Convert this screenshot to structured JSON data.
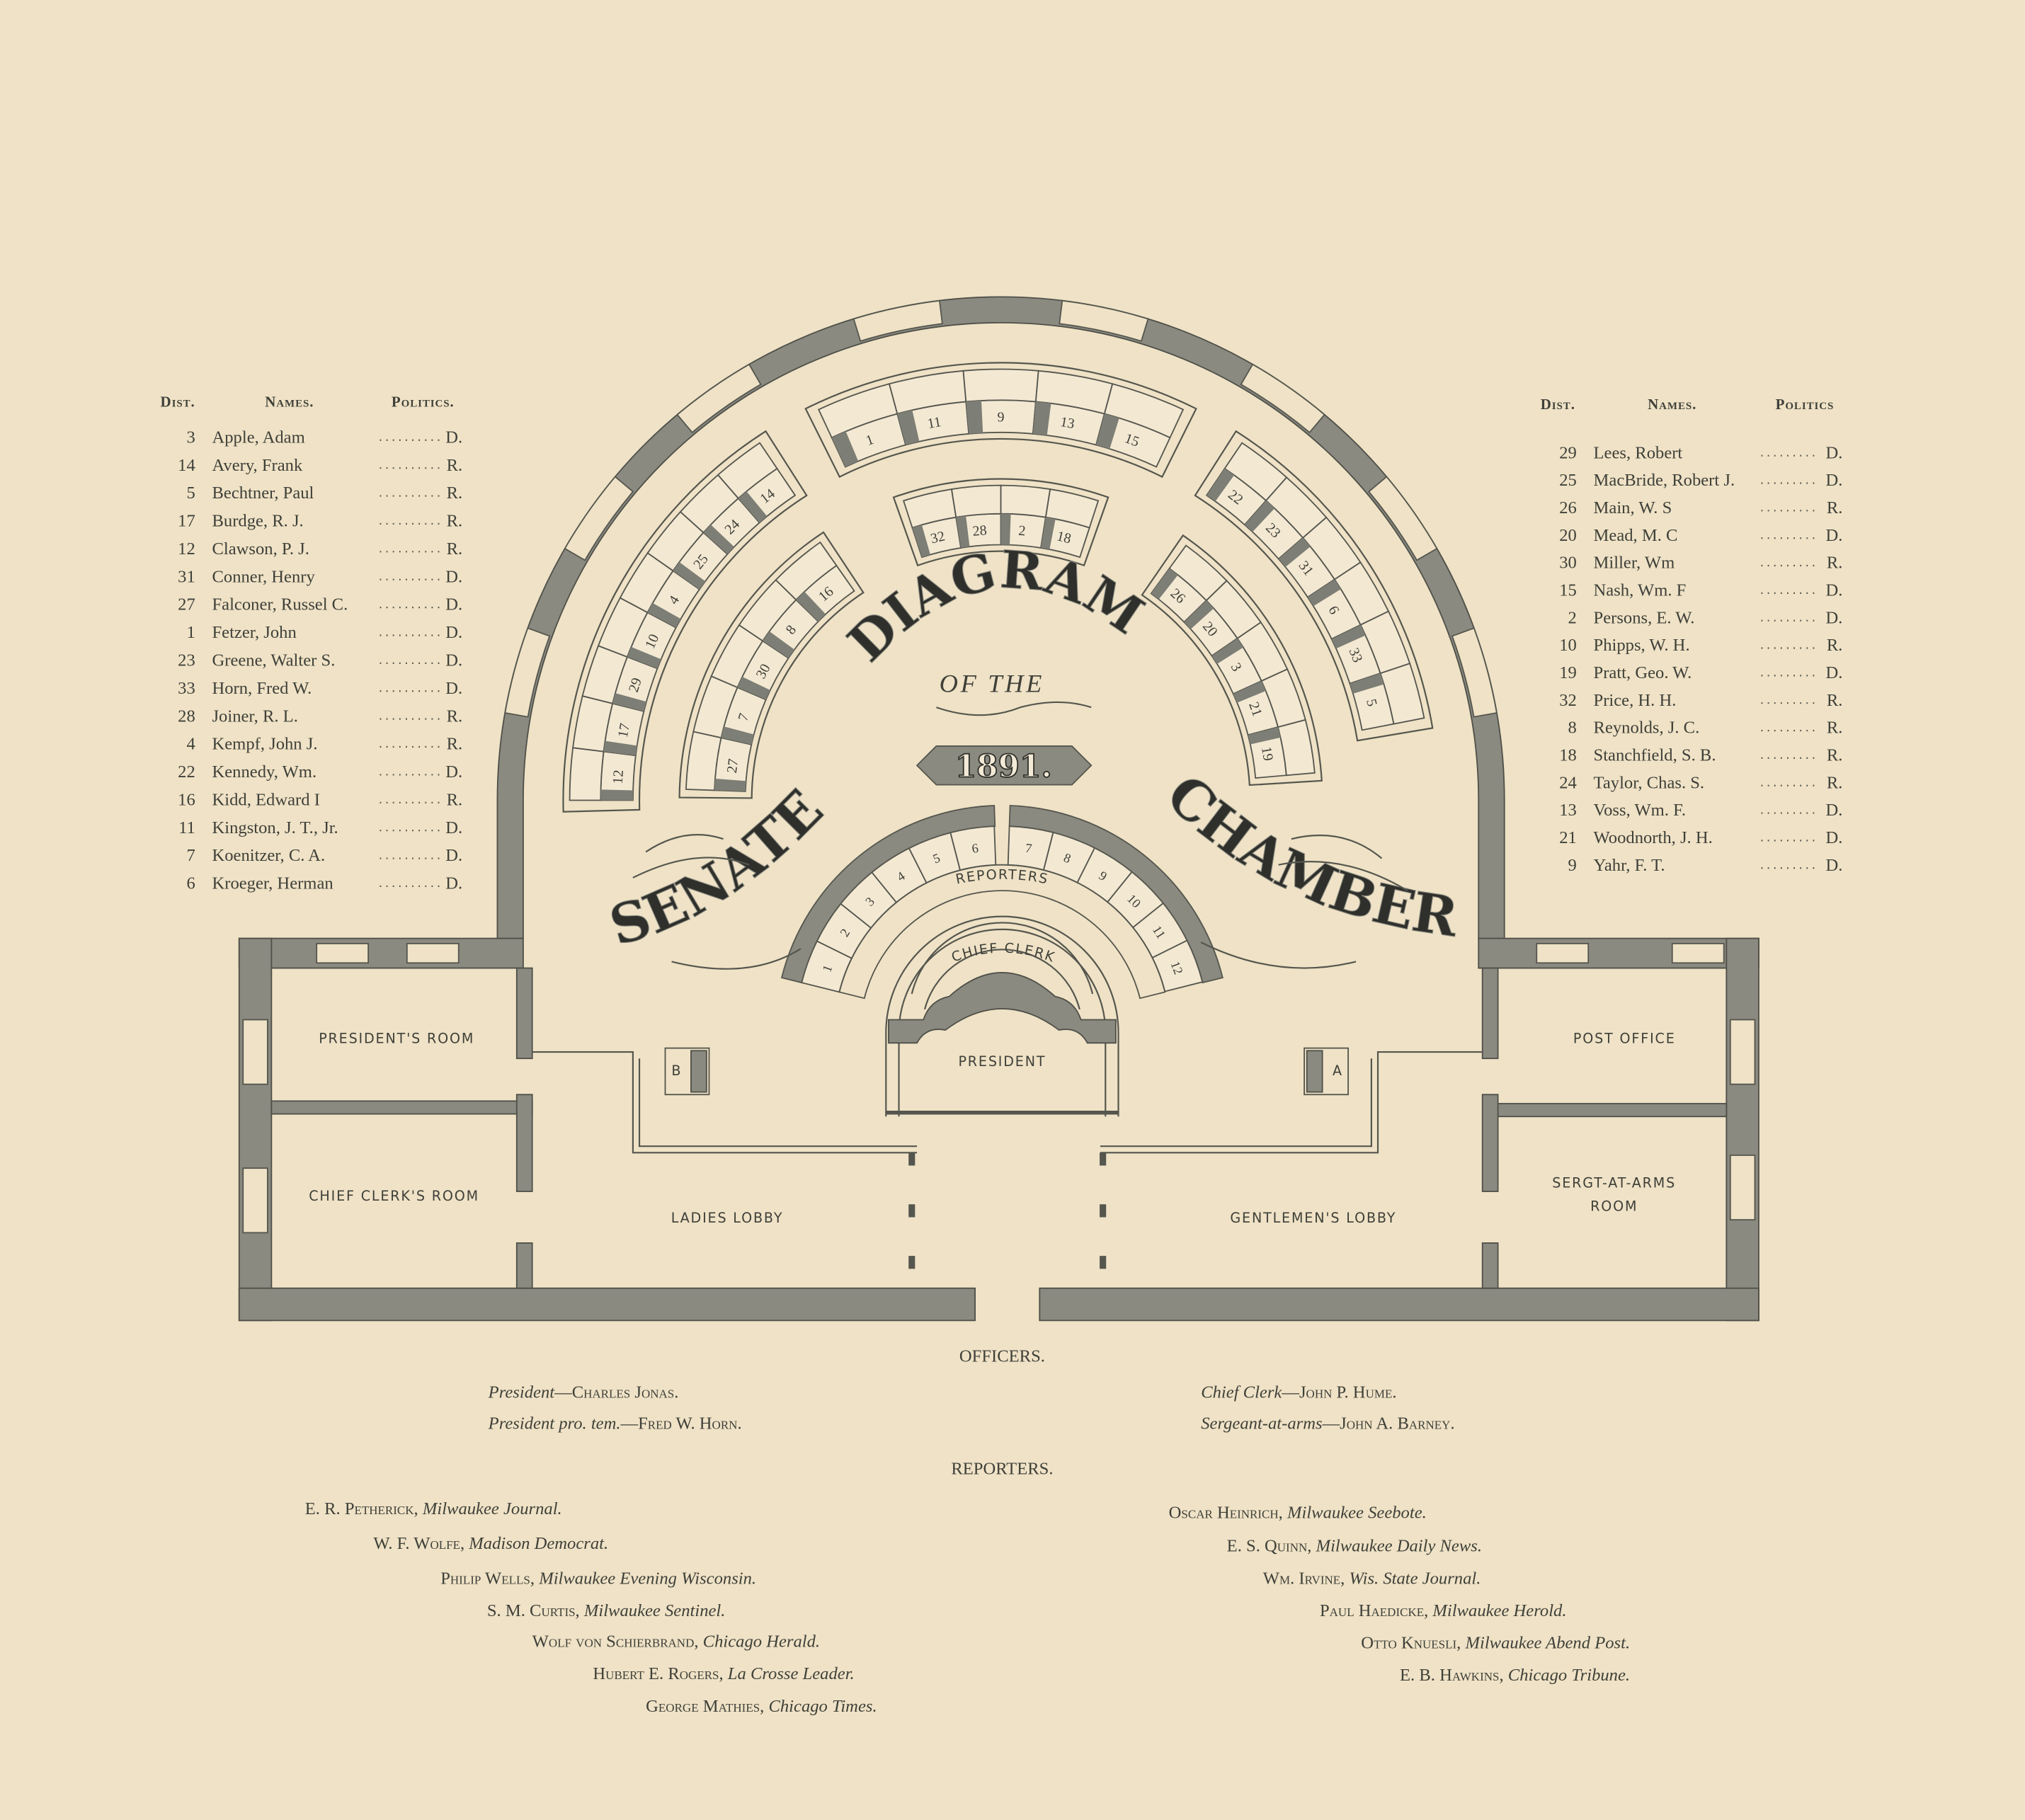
{
  "left_roster": {
    "headers": {
      "dist": "Dist.",
      "names": "Names.",
      "politics": "Politics."
    },
    "rows": [
      {
        "dist": "3",
        "name": "Apple, Adam",
        "party": "D."
      },
      {
        "dist": "14",
        "name": "Avery, Frank",
        "party": "R."
      },
      {
        "dist": "5",
        "name": "Bechtner, Paul",
        "party": "R."
      },
      {
        "dist": "17",
        "name": "Burdge, R. J.",
        "party": "R."
      },
      {
        "dist": "12",
        "name": "Clawson, P. J.",
        "party": "R."
      },
      {
        "dist": "31",
        "name": "Conner, Henry",
        "party": "D."
      },
      {
        "dist": "27",
        "name": "Falconer, Russel C.",
        "party": "D."
      },
      {
        "dist": "1",
        "name": "Fetzer, John",
        "party": "D."
      },
      {
        "dist": "23",
        "name": "Greene, Walter S.",
        "party": "D."
      },
      {
        "dist": "33",
        "name": "Horn, Fred W.",
        "party": "D."
      },
      {
        "dist": "28",
        "name": "Joiner, R. L.",
        "party": "R."
      },
      {
        "dist": "4",
        "name": "Kempf, John J.",
        "party": "R."
      },
      {
        "dist": "22",
        "name": "Kennedy, Wm.",
        "party": "D."
      },
      {
        "dist": "16",
        "name": "Kidd, Edward I",
        "party": "R."
      },
      {
        "dist": "11",
        "name": "Kingston, J. T., Jr.",
        "party": "D."
      },
      {
        "dist": "7",
        "name": "Koenitzer, C. A.",
        "party": "D."
      },
      {
        "dist": "6",
        "name": "Kroeger, Herman",
        "party": "D."
      }
    ]
  },
  "right_roster": {
    "headers": {
      "dist": "Dist.",
      "names": "Names.",
      "politics": "Politics"
    },
    "rows": [
      {
        "dist": "29",
        "name": "Lees, Robert",
        "party": "D."
      },
      {
        "dist": "25",
        "name": "MacBride, Robert J.",
        "party": "D."
      },
      {
        "dist": "26",
        "name": "Main, W. S",
        "party": "R."
      },
      {
        "dist": "20",
        "name": "Mead, M. C",
        "party": "D."
      },
      {
        "dist": "30",
        "name": "Miller, Wm",
        "party": "R."
      },
      {
        "dist": "15",
        "name": "Nash, Wm. F",
        "party": "D."
      },
      {
        "dist": "2",
        "name": "Persons, E. W.",
        "party": "D."
      },
      {
        "dist": "10",
        "name": "Phipps, W. H.",
        "party": "R."
      },
      {
        "dist": "19",
        "name": "Pratt, Geo. W.",
        "party": "D."
      },
      {
        "dist": "32",
        "name": "Price, H. H.",
        "party": "R."
      },
      {
        "dist": "8",
        "name": "Reynolds, J. C.",
        "party": "R."
      },
      {
        "dist": "18",
        "name": "Stanchfield, S. B.",
        "party": "R."
      },
      {
        "dist": "24",
        "name": "Taylor, Chas. S.",
        "party": "R."
      },
      {
        "dist": "13",
        "name": "Voss, Wm. F.",
        "party": "D."
      },
      {
        "dist": "21",
        "name": "Woodnorth, J. H.",
        "party": "D."
      },
      {
        "dist": "9",
        "name": "Yahr, F. T.",
        "party": "D."
      }
    ]
  },
  "title": {
    "diagram": "DIAGRAM",
    "of_the": "OF THE",
    "year": "1891.",
    "senate": "SENATE",
    "chamber": "CHAMBER"
  },
  "rooms": {
    "presidents_room": "PRESIDENT'S ROOM",
    "chief_clerks_room": "CHIEF CLERK'S ROOM",
    "ladies_lobby": "LADIES LOBBY",
    "gentlemens_lobby": "GENTLEMEN'S LOBBY",
    "post_office": "POST OFFICE",
    "sergt_line1": "SERGT-AT-ARMS",
    "sergt_line2": "ROOM",
    "president": "PRESIDENT",
    "chief_clerk": "CHIEF CLERK",
    "reporters": "REPORTERS",
    "door_a": "A",
    "door_b": "B"
  },
  "seats": {
    "top": [
      "1",
      "11",
      "9",
      "13",
      "15"
    ],
    "outer_left": [
      "12",
      "17",
      "29",
      "10",
      "4",
      "25",
      "24",
      "14"
    ],
    "outer_right": [
      "22",
      "23",
      "31",
      "6",
      "33",
      "5"
    ],
    "inner_top": [
      "32",
      "28",
      "2",
      "18"
    ],
    "inner_left": [
      "27",
      "7",
      "30",
      "8",
      "16"
    ],
    "inner_right": [
      "26",
      "20",
      "3",
      "21",
      "19"
    ],
    "reporters": [
      "1",
      "2",
      "3",
      "4",
      "5",
      "6",
      "7",
      "8",
      "9",
      "10",
      "11",
      "12"
    ]
  },
  "officers": {
    "heading": "OFFICERS.",
    "president_title": "President",
    "president_name": "—Charles Jonas.",
    "pro_tem_title": "President pro. tem.",
    "pro_tem_name": "—Fred W. Horn.",
    "chief_clerk_title": "Chief Clerk",
    "chief_clerk_name": "—John P. Hume.",
    "sergeant_title": "Sergeant-at-arms",
    "sergeant_name": "—John A. Barney."
  },
  "reporters": {
    "heading": "REPORTERS.",
    "left": [
      {
        "name": "E. R. Petherick, ",
        "paper": "Milwaukee Journal."
      },
      {
        "name": "W. F. Wolfe, ",
        "paper": "Madison Democrat."
      },
      {
        "name": "Philip Wells, ",
        "paper": "Milwaukee Evening Wisconsin."
      },
      {
        "name": "S. M. Curtis, ",
        "paper": "Milwaukee Sentinel."
      },
      {
        "name": "Wolf von Schierbrand, ",
        "paper": "Chicago Herald."
      },
      {
        "name": "Hubert E. Rogers, ",
        "paper": "La Crosse Leader."
      },
      {
        "name": "George Mathies, ",
        "paper": "Chicago Times."
      }
    ],
    "right": [
      {
        "name": "Oscar Heinrich, ",
        "paper": "Milwaukee Seebote."
      },
      {
        "name": "E. S. Quinn, ",
        "paper": "Milwaukee Daily News."
      },
      {
        "name": "Wm. Irvine, ",
        "paper": "Wis. State Journal."
      },
      {
        "name": "Paul Haedicke, ",
        "paper": "Milwaukee Herold."
      },
      {
        "name": "Otto Knuesli, ",
        "paper": "Milwaukee Abend Post."
      },
      {
        "name": "E. B. Hawkins, ",
        "paper": "Chicago Tribune."
      }
    ]
  },
  "colors": {
    "paper": "#efe2c6",
    "ink": "#3f4039",
    "wall": "#8a8a80"
  }
}
